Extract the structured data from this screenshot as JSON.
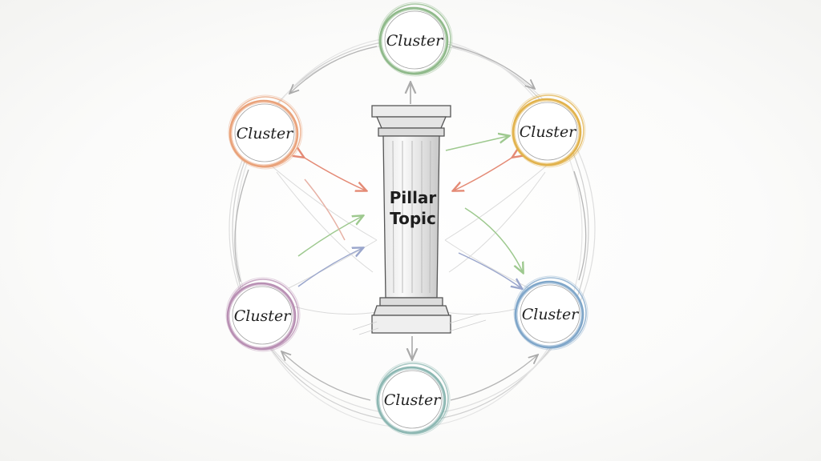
{
  "diagram": {
    "center": {
      "label_line1": "Pillar",
      "label_line2": "Topic"
    },
    "nodes": [
      {
        "id": "top",
        "label": "Cluster",
        "color": "#8fb98a"
      },
      {
        "id": "upper-left",
        "label": "Cluster",
        "color": "#e9a27a"
      },
      {
        "id": "upper-right",
        "label": "Cluster",
        "color": "#e1b24c"
      },
      {
        "id": "lower-left",
        "label": "Cluster",
        "color": "#b88fb3"
      },
      {
        "id": "lower-right",
        "label": "Cluster",
        "color": "#7fa6c9"
      },
      {
        "id": "bottom",
        "label": "Cluster",
        "color": "#8cb7b2"
      }
    ],
    "colors": {
      "outer_ring": "#c9c9c9",
      "sketch": "#555555",
      "arrow_red": "#e48a75",
      "arrow_green": "#9ec98f",
      "arrow_blue": "#9aa6cc"
    }
  }
}
